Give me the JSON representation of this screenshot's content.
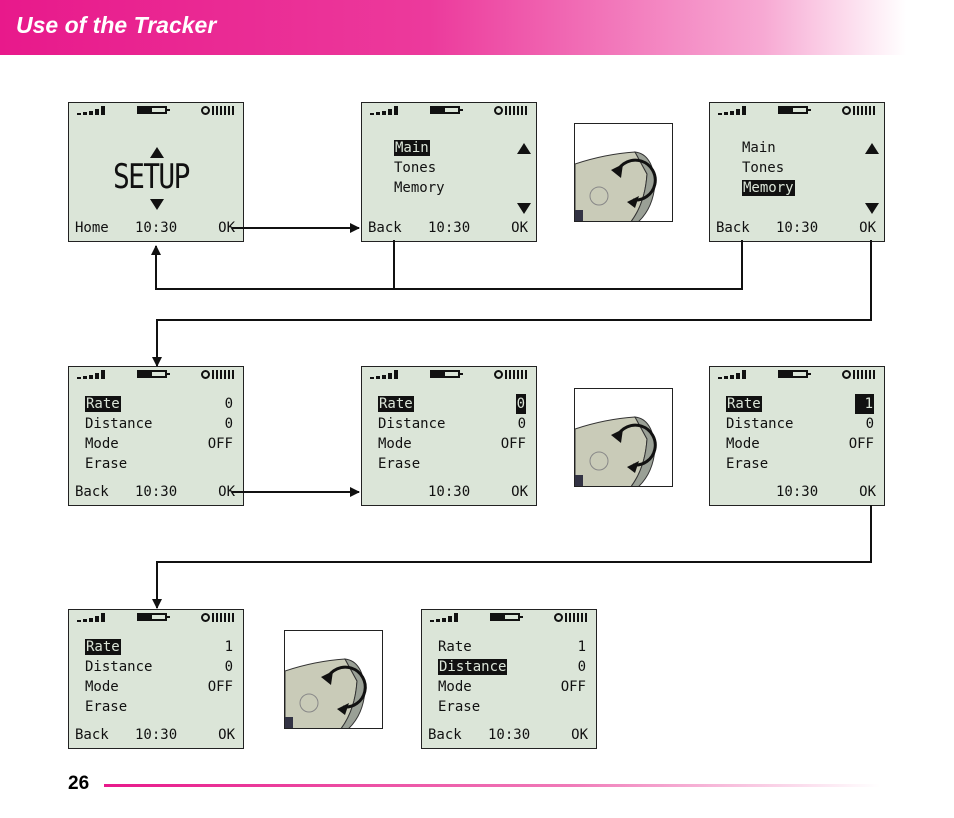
{
  "header": {
    "title": "Use of the Tracker"
  },
  "footer": {
    "page_number": "26"
  },
  "colors": {
    "accent": "#e8198b",
    "lcd_bg": "#dbe5d8"
  },
  "screens": {
    "s1": {
      "setup": "SETUP",
      "left": "Home",
      "time": "10:30",
      "right": "OK"
    },
    "s2": {
      "items": [
        "Main",
        "Tones",
        "Memory"
      ],
      "left": "Back",
      "time": "10:30",
      "right": "OK"
    },
    "s3": {
      "items": [
        "Main",
        "Tones",
        "Memory"
      ],
      "left": "Back",
      "time": "10:30",
      "right": "OK"
    },
    "s4": {
      "rows": [
        {
          "label": "Rate",
          "value": "0"
        },
        {
          "label": "Distance",
          "value": "0"
        },
        {
          "label": "Mode",
          "value": "OFF"
        },
        {
          "label": "Erase",
          "value": ""
        }
      ],
      "left": "Back",
      "time": "10:30",
      "right": "OK"
    },
    "s5": {
      "rows": [
        {
          "label": "Rate",
          "value": "0"
        },
        {
          "label": "Distance",
          "value": "0"
        },
        {
          "label": "Mode",
          "value": "OFF"
        },
        {
          "label": "Erase",
          "value": ""
        }
      ],
      "time": "10:30",
      "right": "OK"
    },
    "s6": {
      "rows": [
        {
          "label": "Rate",
          "value": "1"
        },
        {
          "label": "Distance",
          "value": "0"
        },
        {
          "label": "Mode",
          "value": "OFF"
        },
        {
          "label": "Erase",
          "value": ""
        }
      ],
      "time": "10:30",
      "right": "OK"
    },
    "s7": {
      "rows": [
        {
          "label": "Rate",
          "value": "1"
        },
        {
          "label": "Distance",
          "value": "0"
        },
        {
          "label": "Mode",
          "value": "OFF"
        },
        {
          "label": "Erase",
          "value": ""
        }
      ],
      "left": "Back",
      "time": "10:30",
      "right": "OK"
    },
    "s8": {
      "rows": [
        {
          "label": "Rate",
          "value": "1"
        },
        {
          "label": "Distance",
          "value": "0"
        },
        {
          "label": "Mode",
          "value": "OFF"
        },
        {
          "label": "Erase",
          "value": ""
        }
      ],
      "left": "Back",
      "time": "10:30",
      "right": "OK"
    }
  },
  "icons": [
    "signal-icon",
    "battery-icon",
    "gps-icon",
    "rotate-knob-icon",
    "up-arrow-icon",
    "down-arrow-icon"
  ]
}
